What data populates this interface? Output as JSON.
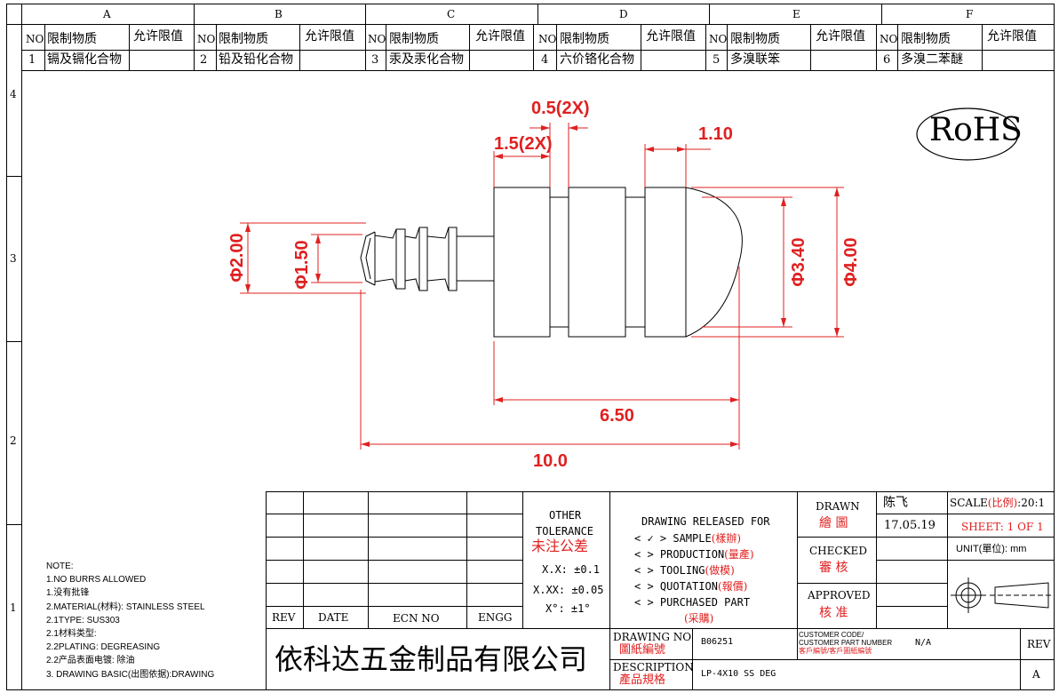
{
  "zones": [
    "A",
    "B",
    "C",
    "D",
    "E",
    "F"
  ],
  "rows": [
    "4",
    "3",
    "2",
    "1"
  ],
  "restricted_table": {
    "col_no": "NO",
    "col_substance": "限制物质",
    "col_limit": "允许限值",
    "items": [
      {
        "no": "1",
        "name": "镉及镉化合物"
      },
      {
        "no": "2",
        "name": "铅及铅化合物"
      },
      {
        "no": "3",
        "name": "汞及汞化合物"
      },
      {
        "no": "4",
        "name": "六价铬化合物"
      },
      {
        "no": "5",
        "name": "多溴联笨"
      },
      {
        "no": "6",
        "name": "多溴二苯醚"
      }
    ]
  },
  "rohs": "RoHS",
  "dimensions": {
    "d_0_5": "0.5(2X)",
    "d_1_5": "1.5(2X)",
    "d_1_10": "1.10",
    "phi_2_00": "Φ2.00",
    "phi_1_50": "Φ1.50",
    "phi_3_40": "Φ3.40",
    "phi_4_00": "Φ4.00",
    "len_6_50": "6.50",
    "len_10_0": "10.0"
  },
  "notes": [
    "NOTE:",
    "1.NO BURRS ALLOWED",
    "1.没有批锋",
    "2.MATERIAL(材料): STAINLESS STEEL",
    "2.1TYPE: SUS303",
    "2.1材料类型:",
    "2.2PLATING: DEGREASING",
    "2.2产品表面电镀: 除油",
    "3. DRAWING BASIC(出图依据):DRAWING"
  ],
  "revision_block": {
    "rev": "REV",
    "date": "DATE",
    "ecn": "ECN NO",
    "engg": "ENGG"
  },
  "tolerance": {
    "title1": "OTHER",
    "title2": "TOLERANCE",
    "title_cn": "未注公差",
    "xx": "X.X: ±0.1",
    "xxx": "X.XX: ±0.05",
    "deg": "X°: ±1°"
  },
  "release": {
    "title": "DRAWING RELEASED FOR",
    "items": [
      {
        "mark": "< ✓ >",
        "en": "SAMPLE",
        "cn": "(樣辦)"
      },
      {
        "mark": "<    >",
        "en": "PRODUCTION",
        "cn": "(量產)"
      },
      {
        "mark": "<    >",
        "en": "TOOLING",
        "cn": "(做模)"
      },
      {
        "mark": "<    >",
        "en": "QUOTATION",
        "cn": "(報價)"
      },
      {
        "mark": "<    >",
        "en": "PURCHASED PART",
        "cn": "(采購)"
      }
    ]
  },
  "signoff": {
    "drawn_en": "DRAWN",
    "drawn_cn": "繪 圖",
    "drawn_name": "陈飞",
    "drawn_date": "17.05.19",
    "checked_en": "CHECKED",
    "checked_cn": "審 核",
    "approved_en": "APPROVED",
    "approved_cn": "核 准"
  },
  "scale": {
    "label": "SCALE",
    "label_cn": "(比例)",
    "value": ":20:1",
    "sheet": "SHEET:  1 OF 1",
    "unit_label": "UNIT(單位):",
    "unit": "mm"
  },
  "company": "依科达五金制品有限公司",
  "drawing_no": {
    "en": "DRAWING NO",
    "cn": "圖紙編號",
    "value": "B06251"
  },
  "description": {
    "en": "DESCRIPTION",
    "cn": "產品規格",
    "value": "LP-4X10 SS DEG"
  },
  "customer": {
    "line1": "CUSTOMER CODE/",
    "line2": "CUSTOMER PART NUMBER",
    "line3": "客戶編號/客戶圖紙編號",
    "value": "N/A"
  },
  "rev_box": {
    "label": "REV",
    "value": "A"
  },
  "colors": {
    "dimension": "#e02020",
    "line": "#000000"
  }
}
